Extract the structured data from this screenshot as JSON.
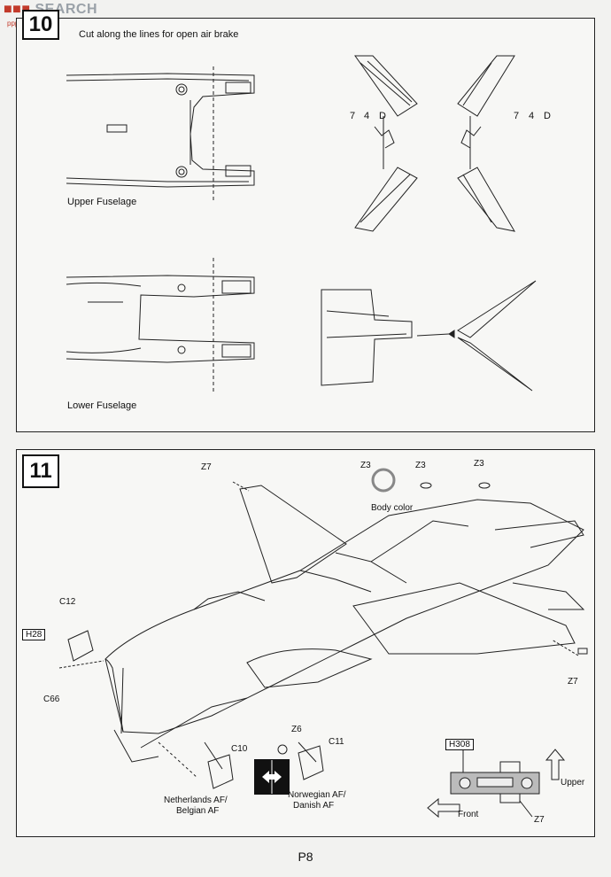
{
  "watermark": {
    "brand": "SEARCH",
    "prefix_glyphs": "■■■",
    "url": "ppp.shaptcom"
  },
  "step10": {
    "number": "10",
    "instruction": "Cut along the lines for open air brake",
    "upper_label": "Upper Fuselage",
    "lower_label": "Lower Fuselage",
    "callout_left": {
      "a": "7",
      "b": "4",
      "c": "D"
    },
    "callout_right": {
      "a": "7",
      "b": "4",
      "c": "D"
    }
  },
  "step11": {
    "number": "11",
    "parts": {
      "z7_top": "Z7",
      "z3_a": "Z3",
      "z3_b": "Z3",
      "z3_c": "Z3",
      "body_color": "Body color",
      "c12": "C12",
      "h28": "H28",
      "c66": "C66",
      "z7_right": "Z7",
      "z6": "Z6",
      "c10": "C10",
      "c11": "C11",
      "h308": "H308",
      "z7_bottom": "Z7"
    },
    "variants": {
      "left_line1": "Netherlands AF/",
      "left_line2": "Belgian AF",
      "right_line1": "Norwegian AF/",
      "right_line2": "Danish AF"
    },
    "arrows": {
      "upper": "Upper",
      "front": "Front"
    }
  },
  "page_number": "P8"
}
